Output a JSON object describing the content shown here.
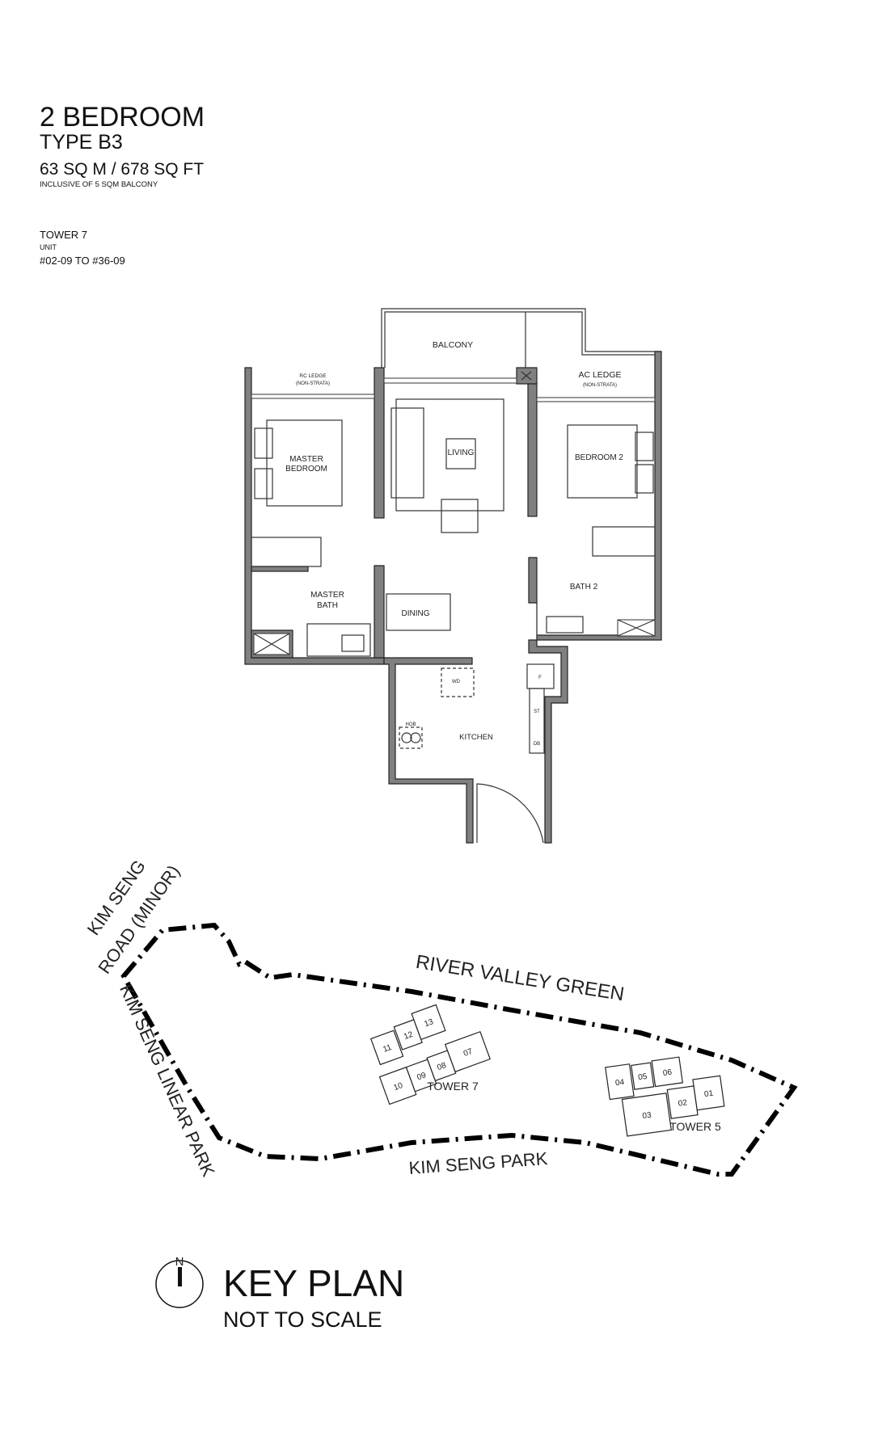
{
  "header": {
    "title": "2 BEDROOM",
    "type": "TYPE B3",
    "area": "63 SQ M / 678 SQ FT",
    "inclusive": "INCLUSIVE OF 5 SQM BALCONY",
    "tower": "TOWER 7",
    "unit_label": "UNIT",
    "units": "#02-09 TO #36-09"
  },
  "floorplan": {
    "balcony": "BALCONY",
    "rc_ledge": "RC LEDGE",
    "rc_ledge_note": "(NON-STRATA)",
    "ac_ledge": "AC LEDGE",
    "ac_ledge_note": "(NON-STRATA)",
    "master_bedroom_1": "MASTER",
    "master_bedroom_2": "BEDROOM",
    "living": "LIVING",
    "bedroom2": "BEDROOM 2",
    "master_bath_1": "MASTER",
    "master_bath_2": "BATH",
    "dining": "DINING",
    "bath2": "BATH 2",
    "kitchen": "KITCHEN",
    "wd": "WD",
    "hob": "HOB",
    "fridge": "F",
    "store": "ST",
    "db": "DB"
  },
  "keyplan": {
    "road_1": "KIM SENG",
    "road_2": "ROAD (MINOR)",
    "linear_park": "KIM SENG LINEAR PARK",
    "river_valley": "RIVER VALLEY GREEN",
    "kim_seng_park": "KIM SENG PARK",
    "tower7": "TOWER 7",
    "tower5": "TOWER 5",
    "tower7_units": [
      "11",
      "12",
      "13",
      "07",
      "08",
      "09",
      "10"
    ],
    "tower5_units": [
      "04",
      "05",
      "06",
      "01",
      "02",
      "03"
    ],
    "highlighted_unit": "09",
    "highlight_color": "#8a8a8a",
    "north": "N",
    "title": "KEY PLAN",
    "subtitle": "NOT TO SCALE"
  }
}
